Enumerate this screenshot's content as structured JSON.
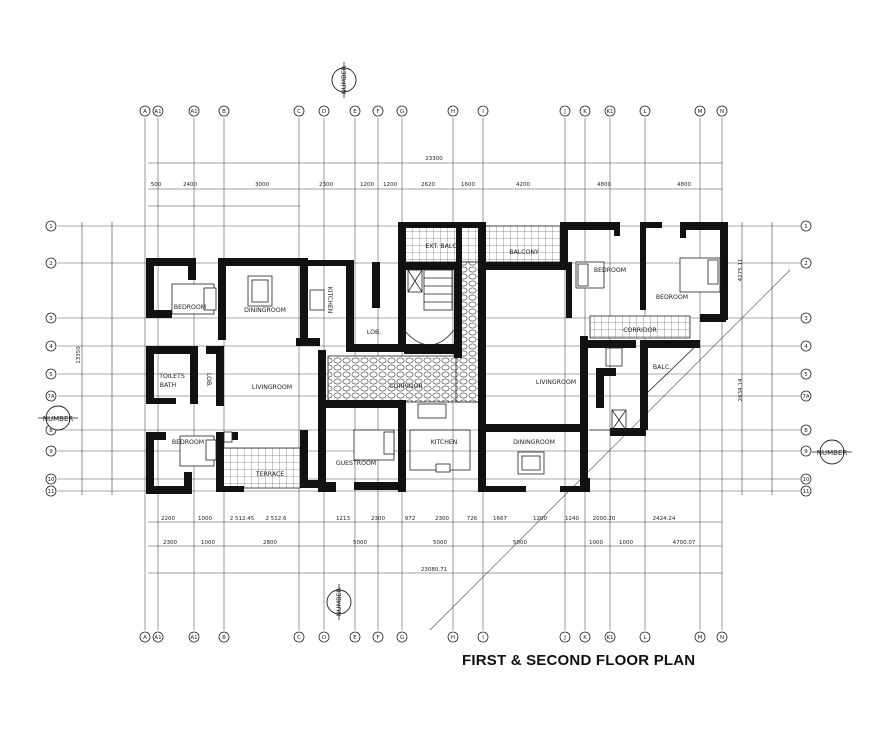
{
  "title": "FIRST & SECOND FLOOR PLAN",
  "grid_top": [
    "A",
    "A1",
    "A1",
    "B",
    "C",
    "D",
    "E",
    "F",
    "G",
    "H",
    "I",
    "J",
    "K",
    "K1",
    "L",
    "M",
    "N"
  ],
  "grid_left": [
    "1",
    "2",
    "3",
    "4",
    "5",
    "7A",
    "8",
    "9",
    "10",
    "11"
  ],
  "grid_right": [
    "1",
    "2",
    "3",
    "4",
    "5",
    "7A",
    "8",
    "9",
    "10",
    "11"
  ],
  "north_label": "NUMBER",
  "rooms": {
    "bedroom_nw": "BEDROOM",
    "dining_nw": "DININGROOM",
    "kitchen_w": "KITCHEN",
    "lobby": "LOB.",
    "toilet": "TOILETS",
    "bath": "BATH",
    "lob_w": "LOB.",
    "living_w": "LIVINGROOM",
    "bedroom_sw": "BEDROOM",
    "terrace": "TERRACE",
    "corridor": "CORRIDOR",
    "guestroom": "GUESTROOM",
    "kitchen_c": "KITCHEN",
    "ext_balcony": "EXT. BALC.",
    "balcony": "BALCONY",
    "living_e": "LIVINGROOM",
    "dining_e": "DININGROOM",
    "bedroom_ne": "BEDROOM",
    "bedroom_e": "BEDROOM",
    "corridor_e": "CORRIDOR",
    "balc_e": "BALC."
  },
  "dims_top_total": "23300",
  "dims_top": [
    "500",
    "2400",
    "3000",
    "2300",
    "1200",
    "1200",
    "2620",
    "1600",
    "4200",
    "4800",
    "4800"
  ],
  "dims_bottom_1": [
    "2200",
    "1000",
    "2 512.45",
    "2 512.6",
    "1213",
    "2300",
    "972",
    "2300",
    "726",
    "1667",
    "1200",
    "1240",
    "2000.20",
    "2424.24"
  ],
  "dims_bottom_2": [
    "2300",
    "1000",
    "2800",
    "5000",
    "5000",
    "5000",
    "1000",
    "1000",
    "4700.07"
  ],
  "dims_bottom_total": "23080.71",
  "dims_right_1": "4275.11",
  "dims_right_2": "2634.14",
  "dim_left_total": "13350"
}
